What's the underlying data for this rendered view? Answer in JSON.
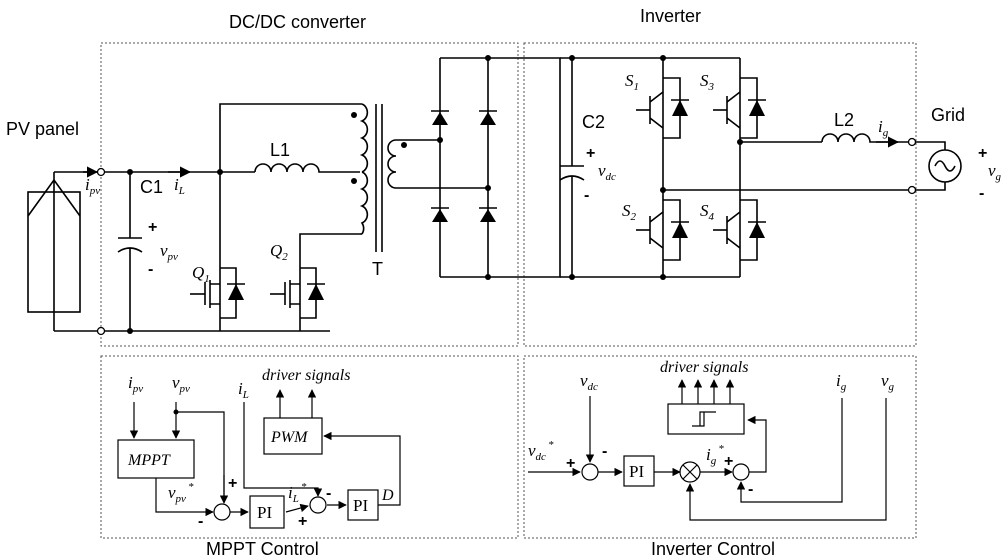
{
  "sections": {
    "dcdc": "DC/DC converter",
    "inverter": "Inverter",
    "mppt_control": "MPPT Control",
    "inverter_control": "Inverter Control",
    "pv_panel": "PV panel",
    "grid": "Grid"
  },
  "components": {
    "c1": "C1",
    "l1": "L1",
    "t": "T",
    "c2": "C2",
    "l2": "L2",
    "q1": "Q",
    "q1_sub": "1",
    "q2": "Q",
    "q2_sub": "2",
    "s1": "S",
    "s1_sub": "1",
    "s2": "S",
    "s2_sub": "2",
    "s3": "S",
    "s3_sub": "3",
    "s4": "S",
    "s4_sub": "4"
  },
  "signals": {
    "i_pv": "i",
    "i_pv_sub": "pv",
    "i_L": "i",
    "i_L_sub": "L",
    "v_pv": "v",
    "v_pv_sub": "pv",
    "v_dc": "v",
    "v_dc_sub": "dc",
    "i_g": "i",
    "i_g_sub": "g",
    "v_g": "v",
    "v_g_sub": "g"
  },
  "mppt_ctrl": {
    "driver_signals": "driver signals",
    "mppt_block": "MPPT",
    "pwm_block": "PWM",
    "pi1": "PI",
    "pi2": "PI",
    "in_i": "i",
    "in_i_sub": "pv",
    "in_v": "v",
    "in_v_sub": "pv",
    "in_iL": "i",
    "in_iL_sub": "L",
    "vpv_ref": "v",
    "vpv_ref_sub": "pv",
    "vpv_ref_star": "*",
    "iL_ref": "i",
    "iL_ref_sub": "L",
    "iL_ref_star": "*",
    "d_label": "D"
  },
  "inv_ctrl": {
    "driver_signals": "driver signals",
    "pi": "PI",
    "vdc_in": "v",
    "vdc_in_sub": "dc",
    "vdc_ref": "v",
    "vdc_ref_sub": "dc",
    "vdc_ref_star": "*",
    "ig_ref": "i",
    "ig_ref_sub": "g",
    "ig_ref_star": "*",
    "ig_in": "i",
    "ig_in_sub": "g",
    "vg_in": "v",
    "vg_in_sub": "g"
  },
  "polarity": {
    "plus": "+",
    "minus": "-"
  }
}
